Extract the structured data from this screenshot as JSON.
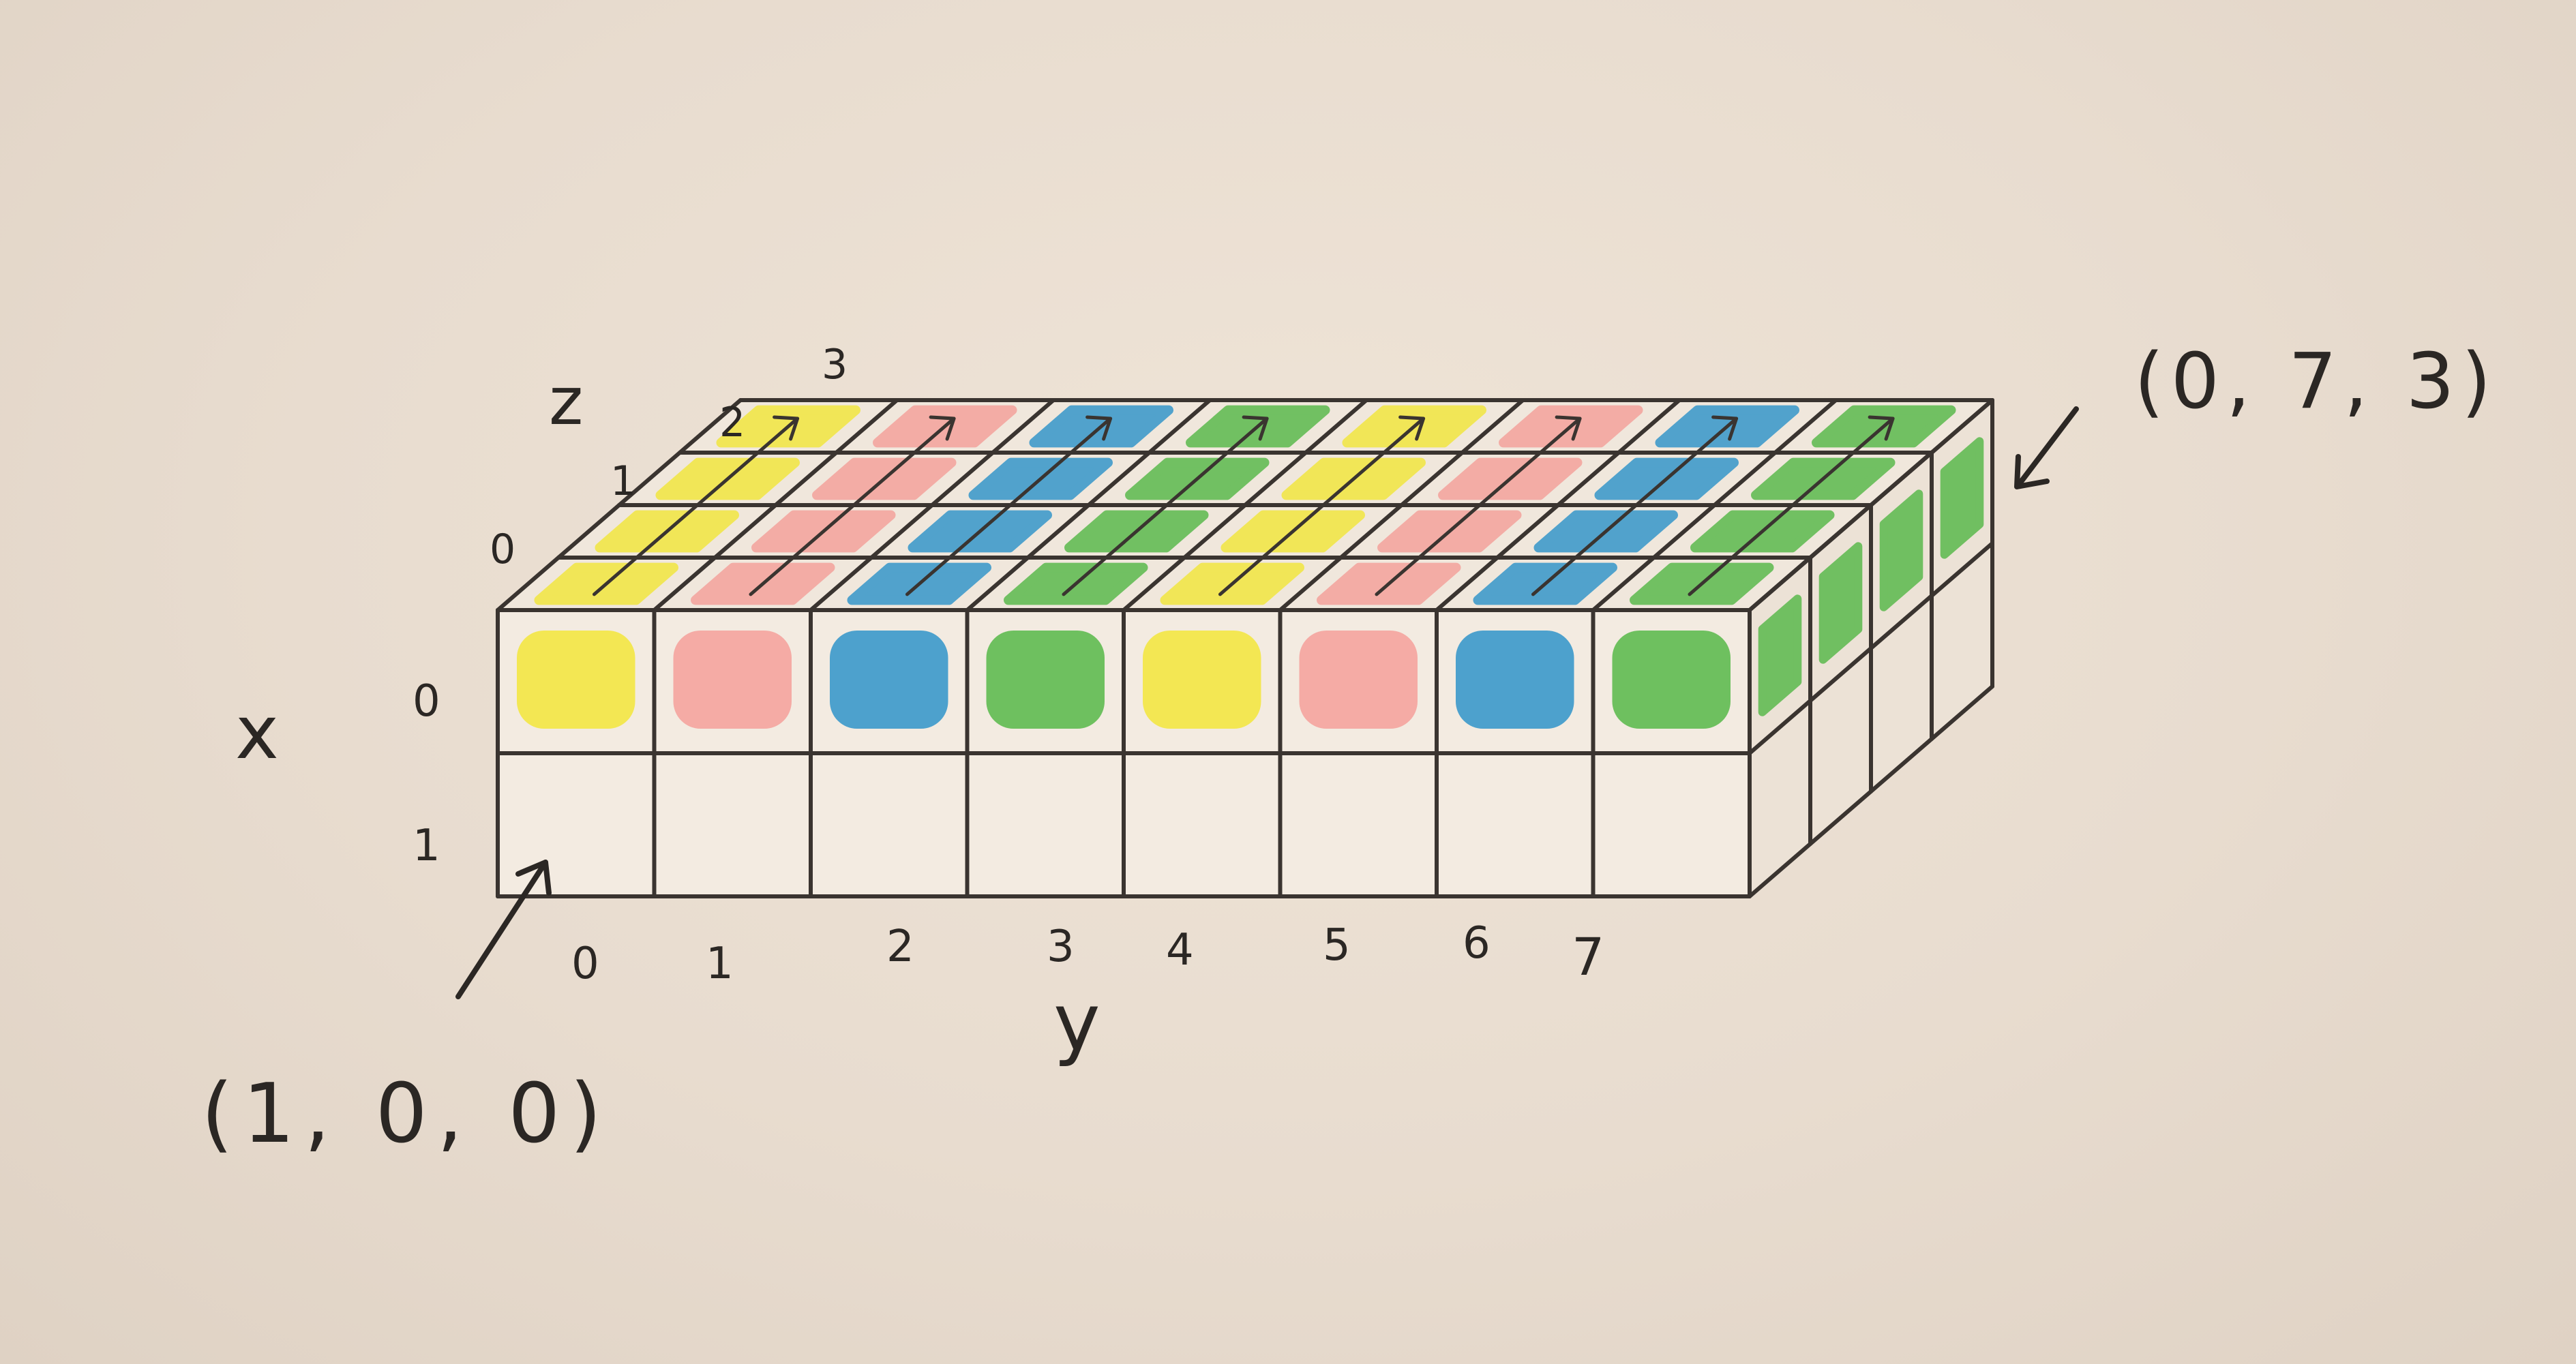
{
  "diagram": {
    "axis_labels": {
      "x": "x",
      "y": "y",
      "z": "z"
    },
    "x_ticks": [
      "0",
      "1"
    ],
    "y_ticks": [
      "0",
      "1",
      "2",
      "3",
      "4",
      "5",
      "6",
      "7"
    ],
    "z_ticks": [
      "0",
      "1",
      "2",
      "3"
    ],
    "callouts": {
      "origin_front": "(1, 0, 0)",
      "far_corner": "(0, 7, 3)"
    },
    "color_cycle": [
      "#f2e63a",
      "#f4a09a",
      "#2f94c9",
      "#56b848",
      "#f2e63a",
      "#f4a09a",
      "#2f94c9",
      "#56b848"
    ],
    "ink_color": "#3a3430",
    "paper_color": "#e9ddd0"
  }
}
